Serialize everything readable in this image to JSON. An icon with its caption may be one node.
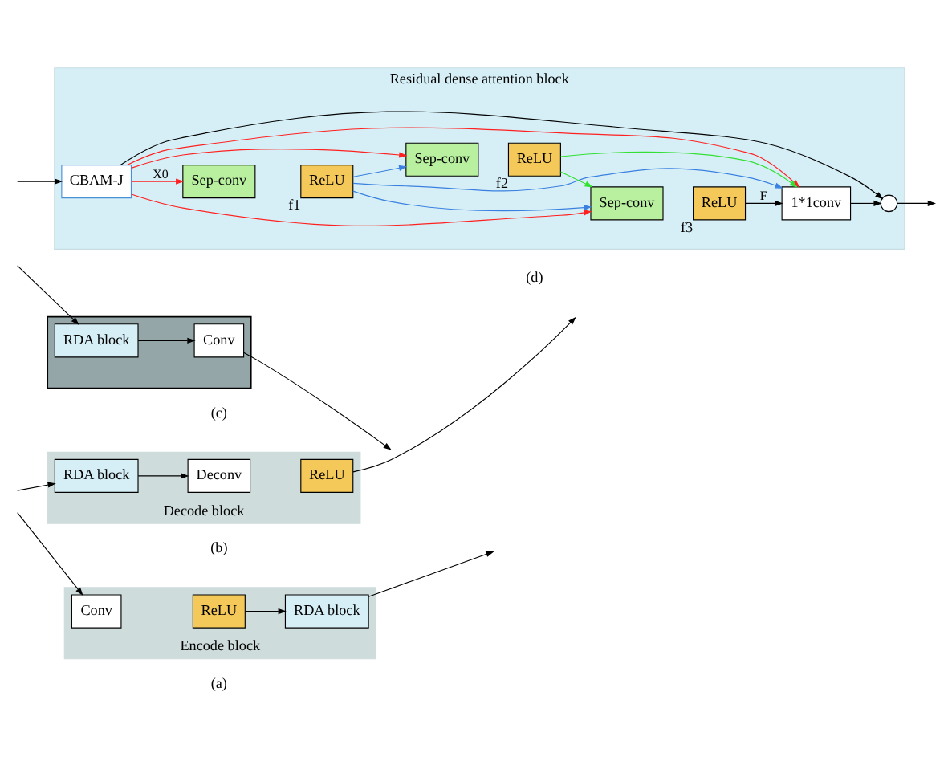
{
  "diagram": {
    "nodes": [
      {
        "text": [
          "Encode block"
        ]
      },
      {
        "text": [
          "Conv"
        ],
        "in": 0
      },
      {
        "text": [
          "ReLU"
        ],
        "in": 0
      },
      {
        "text": [
          "RDA block"
        ],
        "in": 0
      },
      {
        "text": [
          "Decode block"
        ]
      },
      {
        "text": [
          "RDA block"
        ],
        "in": 4
      },
      {
        "text": [
          "Deconv"
        ],
        "in": 4
      },
      {
        "text": [
          "ReLU"
        ],
        "in": 4
      },
      {
        "text": [],
        "shape": "box"
      },
      {
        "text": [
          "RDA block"
        ],
        "in": 8
      },
      {
        "text": [
          "Conv"
        ],
        "in": 8
      },
      {
        "text": [
          "Residual dense attention block"
        ]
      },
      {
        "text": [
          "CBAM-J"
        ],
        "in": 11
      },
      {
        "text": [
          "Sep-conv"
        ],
        "in": 11
      },
      {
        "text": [
          "ReLU"
        ],
        "in": 11,
        "beside": [
          "f1"
        ]
      },
      {
        "text": [
          "Sep-conv"
        ],
        "in": 11
      },
      {
        "text": [
          "ReLU"
        ],
        "in": 11,
        "beside": [
          "f2"
        ]
      },
      {
        "text": [
          "Sep-conv"
        ],
        "in": 11
      },
      {
        "text": [
          "ReLU"
        ],
        "in": 11,
        "beside": [
          "f3"
        ]
      },
      {
        "text": [
          "1*1conv"
        ],
        "in": 11
      },
      {
        "text": [],
        "shape": "circle",
        "in": 11
      }
    ],
    "edges": [
      {
        "from": null,
        "to": 1,
        "arrow": "to"
      },
      {
        "from": 2,
        "to": 3,
        "arrow": "to"
      },
      {
        "from": 3,
        "to": null,
        "arrow": "to"
      },
      {
        "from": null,
        "to": 5,
        "arrow": "to"
      },
      {
        "from": 5,
        "to": 6,
        "arrow": "to"
      },
      {
        "from": 7,
        "to": null,
        "arrow": "to"
      },
      {
        "from": null,
        "to": 9,
        "arrow": "to"
      },
      {
        "from": 9,
        "to": 10,
        "arrow": "to"
      },
      {
        "from": 10,
        "to": null,
        "arrow": "to"
      },
      {
        "from": null,
        "to": 12,
        "arrow": "to"
      },
      {
        "from": 12,
        "to": 13,
        "arrow": "to",
        "label": "X0",
        "color": "#ff2020"
      },
      {
        "from": 12,
        "to": 15,
        "arrow": "to",
        "color": "#ff2020"
      },
      {
        "from": 12,
        "to": 17,
        "arrow": "to",
        "color": "#ff2020"
      },
      {
        "from": 12,
        "to": 19,
        "arrow": "to",
        "color": "#ff2020"
      },
      {
        "from": 14,
        "to": 15,
        "arrow": "to",
        "color": "#3a80e0"
      },
      {
        "from": 14,
        "to": 17,
        "arrow": "to",
        "color": "#3a80e0"
      },
      {
        "from": 14,
        "to": 19,
        "arrow": "to",
        "color": "#3a80e0"
      },
      {
        "from": 16,
        "to": 17,
        "arrow": "to",
        "color": "#33e033"
      },
      {
        "from": 16,
        "to": 19,
        "arrow": "to",
        "color": "#33e033"
      },
      {
        "from": 18,
        "to": 19,
        "arrow": "to",
        "label": "F"
      },
      {
        "from": 19,
        "to": 20,
        "arrow": "to"
      },
      {
        "from": 20,
        "to": null,
        "arrow": "to"
      },
      {
        "from": 12,
        "to": 20,
        "arrow": "to"
      }
    ],
    "labels": [
      "(a)",
      "(b)",
      "(c)",
      "(d)"
    ]
  }
}
